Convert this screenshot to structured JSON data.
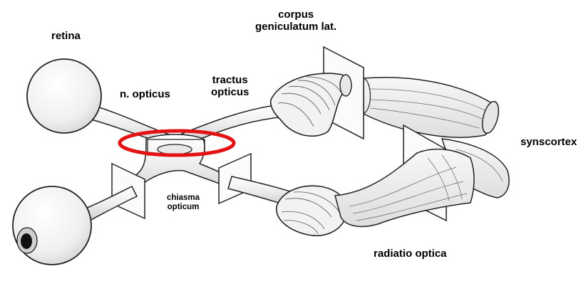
{
  "labels": {
    "retina": "retina",
    "n_opticus": "n. opticus",
    "tractus_line1": "tractus",
    "tractus_line2": "opticus",
    "corpus_line1": "corpus",
    "corpus_line2": "geniculatum lat.",
    "synscortex": "synscortex",
    "chiasma_line1": "chiasma",
    "chiasma_line2": "opticum",
    "radiatio": "radiatio optica"
  },
  "colors": {
    "highlight": "#e41313",
    "outline": "#222222",
    "tissue": "#f2f2f2",
    "plane": "#fbfbfb"
  }
}
